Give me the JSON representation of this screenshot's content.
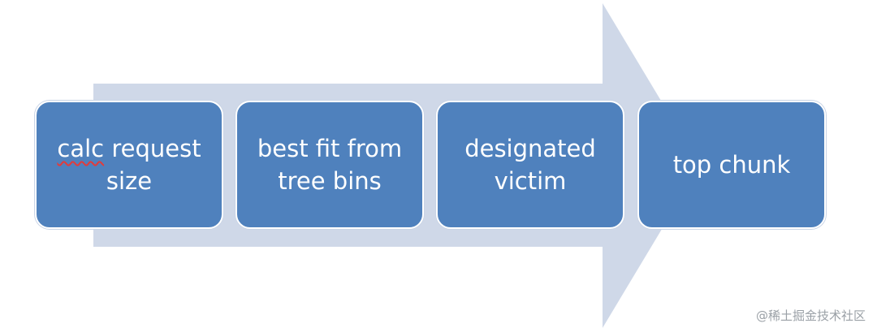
{
  "diagram": {
    "arrow_color": "#cfd8e8",
    "box_color": "#4f81bd",
    "text_color": "#ffffff",
    "steps": [
      {
        "lines": [
          "calc request",
          "size"
        ],
        "line1_first_word": "calc",
        "line1_rest": " request"
      },
      {
        "lines": [
          "best fit from",
          "tree bins"
        ]
      },
      {
        "lines": [
          "designated",
          "victim"
        ]
      },
      {
        "lines": [
          "top chunk"
        ]
      }
    ]
  },
  "watermark": "@稀土掘金技术社区"
}
